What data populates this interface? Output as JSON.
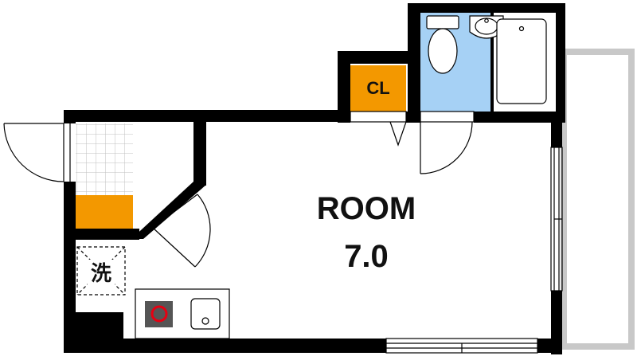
{
  "plan": {
    "room_label": "ROOM",
    "room_size": "7.0",
    "closet_label": "CL",
    "washer_label": "洗"
  },
  "colors": {
    "wall": "#000000",
    "closet": "#f39800",
    "bath": "#a6d1f5",
    "stove_burner": "#e60012",
    "stove_plate": "#555555",
    "balcony": "#d0d0d0",
    "grid": "#bfbfbf"
  },
  "icons": [
    "toilet-icon",
    "washbasin-icon",
    "bathtub-icon",
    "stove-icon",
    "sink-icon",
    "washer-icon",
    "door-swing-icon",
    "sliding-window-icon"
  ]
}
